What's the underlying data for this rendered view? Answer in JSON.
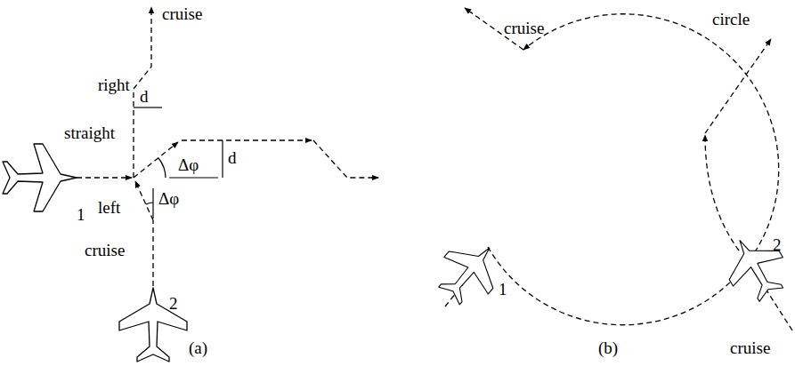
{
  "diagram": {
    "labels": [
      "cruise",
      "right",
      "straight",
      "d",
      "Δφ",
      "d",
      "left",
      "Δφ",
      "cruise",
      "1",
      "2",
      "(a)",
      "cruise",
      "circle",
      "1",
      "2",
      "cruise",
      "(b)"
    ]
  }
}
